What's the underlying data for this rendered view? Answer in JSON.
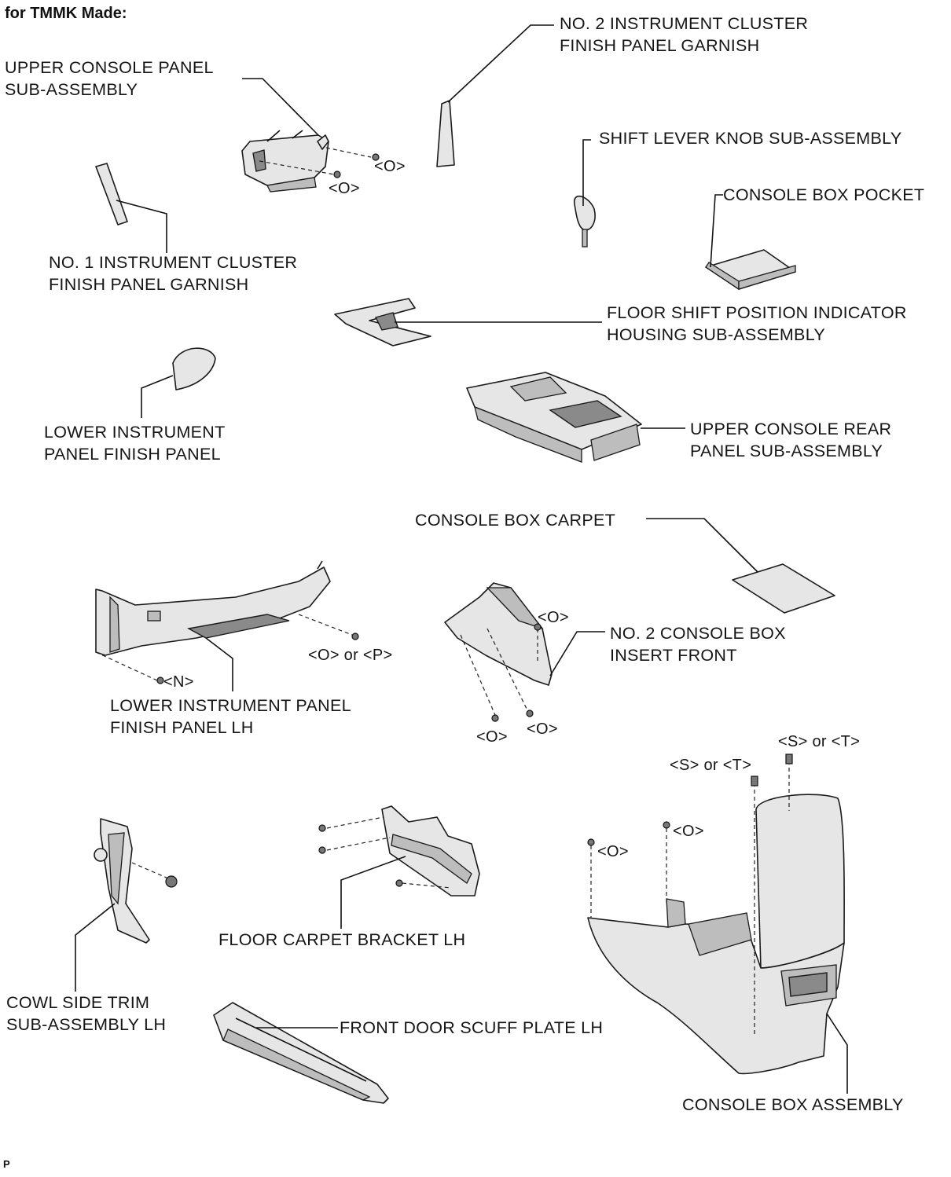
{
  "header": "for TMMK Made:",
  "footer": "P",
  "labels": {
    "upper_console_panel": [
      "UPPER CONSOLE PANEL",
      "SUB-ASSEMBLY"
    ],
    "no2_cluster_garnish": [
      "NO. 2 INSTRUMENT CLUSTER",
      "FINISH PANEL GARNISH"
    ],
    "shift_knob": [
      "SHIFT LEVER KNOB SUB-ASSEMBLY"
    ],
    "console_box_pocket": [
      "CONSOLE BOX POCKET"
    ],
    "no1_cluster_garnish": [
      "NO. 1 INSTRUMENT CLUSTER",
      "FINISH PANEL GARNISH"
    ],
    "shift_indicator": [
      "FLOOR SHIFT POSITION INDICATOR",
      "HOUSING SUB-ASSEMBLY"
    ],
    "lower_ip_finish": [
      "LOWER INSTRUMENT",
      "PANEL FINISH PANEL"
    ],
    "upper_console_rear": [
      "UPPER CONSOLE REAR",
      "PANEL SUB-ASSEMBLY"
    ],
    "console_carpet": [
      "CONSOLE BOX CARPET"
    ],
    "lower_ip_finish_lh": [
      "LOWER INSTRUMENT PANEL",
      "FINISH PANEL LH"
    ],
    "no2_insert_front": [
      "NO. 2 CONSOLE BOX",
      "INSERT FRONT"
    ],
    "floor_carpet_bracket": [
      "FLOOR CARPET BRACKET LH"
    ],
    "cowl_side_trim": [
      "COWL SIDE TRIM",
      "SUB-ASSEMBLY LH"
    ],
    "scuff_plate": [
      "FRONT DOOR SCUFF PLATE LH"
    ],
    "console_box_assy": [
      "CONSOLE BOX ASSEMBLY"
    ]
  },
  "fastener_codes": {
    "o": "<O>",
    "o_or_p": "<O> or <P>",
    "n": "<N>",
    "s_or_t": "<S> or <T>"
  }
}
